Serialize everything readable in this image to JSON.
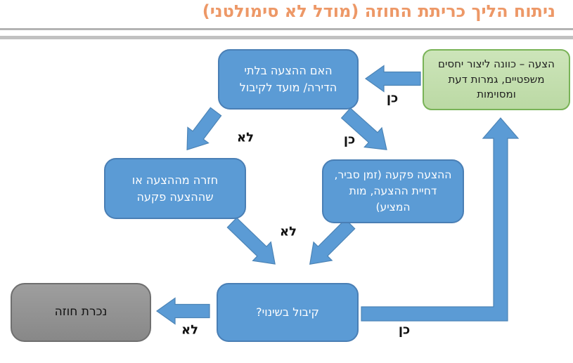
{
  "title": "ניתוח הליך כריתת החוזה (מודל לא סימולטני)",
  "colors": {
    "title_text": "#ED9867",
    "node_blue_fill": "#5B9BD5",
    "node_blue_border": "#4A7FB5",
    "node_green_fill": "#C5E0AF",
    "node_green_border": "#79B357",
    "node_gray_fill": "#939393",
    "node_gray_border": "#6F6F6F",
    "arrow_fill": "#5B9BD5",
    "divider_gray": "#BBBBBB"
  },
  "nodes": {
    "offer_definition": "הצעה – כוונה ליצור יחסים משפטיים, גמרות דעת ומסוימות",
    "irrevocable_question": "האם ההצעה בלתי הדירה/ מועד לקיבול",
    "withdrawal": "חזרה מההצעה או שההצעה פקעה",
    "offer_lapsed": "ההצעה פקעה (זמן סביר, דחיית ההצעה, מות המציע)",
    "acceptance_modified": "קיבול בשינוי?",
    "contract_formed": "נכרת חוזה"
  },
  "edge_labels": {
    "yes_to_question": "כן",
    "no_from_question": "לא",
    "yes_from_question": "כן",
    "no_to_acceptance": "לא",
    "no_to_contract": "לא",
    "yes_to_offer": "כן"
  }
}
